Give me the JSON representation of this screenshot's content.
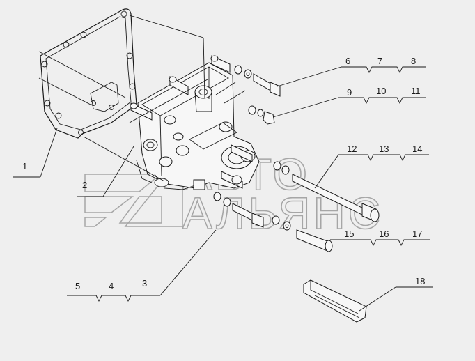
{
  "watermark": {
    "line1": "АВТО",
    "line2": "АЛЬЯНС"
  },
  "labels": {
    "p1": "1",
    "p2": "2",
    "p3": "3",
    "p4": "4",
    "p5": "5",
    "p6": "6",
    "p7": "7",
    "p8": "8",
    "p9": "9",
    "p10": "10",
    "p11": "11",
    "p12": "12",
    "p13": "13",
    "p14": "14",
    "p15": "15",
    "p16": "16",
    "p17": "17",
    "p18": "18"
  },
  "colors": {
    "background": "#efefef",
    "line": "#1a1a1a",
    "watermark": "#9a9a9a"
  }
}
